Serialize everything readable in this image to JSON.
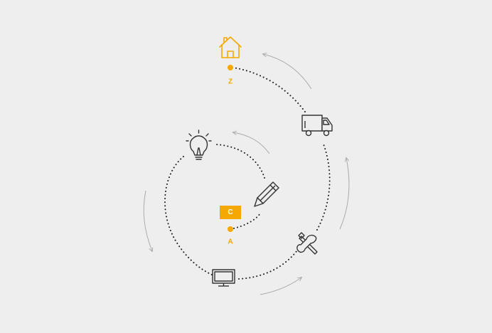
{
  "colors": {
    "background": "#eeeeee",
    "accent": "#f5a800",
    "path": "#222222",
    "arrow": "#aaaaaa",
    "icon": "#333333"
  },
  "nodes": {
    "start_label": "A",
    "end_label": "Z",
    "center_badge": "C"
  },
  "icons": [
    "home-icon",
    "truck-icon",
    "lightbulb-icon",
    "pencil-icon",
    "tools-icon",
    "monitor-icon"
  ]
}
